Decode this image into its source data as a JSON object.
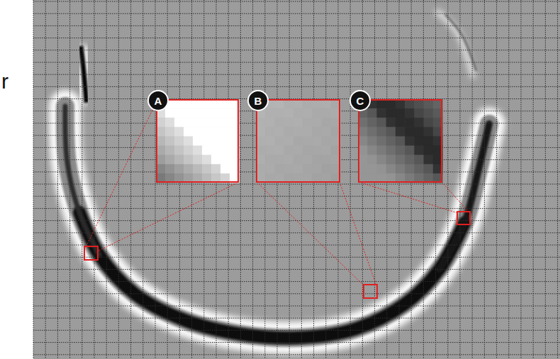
{
  "diagram": {
    "nodes": [
      {
        "text": [
          "A"
        ]
      },
      {
        "text": [
          "B"
        ]
      },
      {
        "text": [
          "C"
        ]
      }
    ],
    "labels": [
      "r"
    ]
  }
}
